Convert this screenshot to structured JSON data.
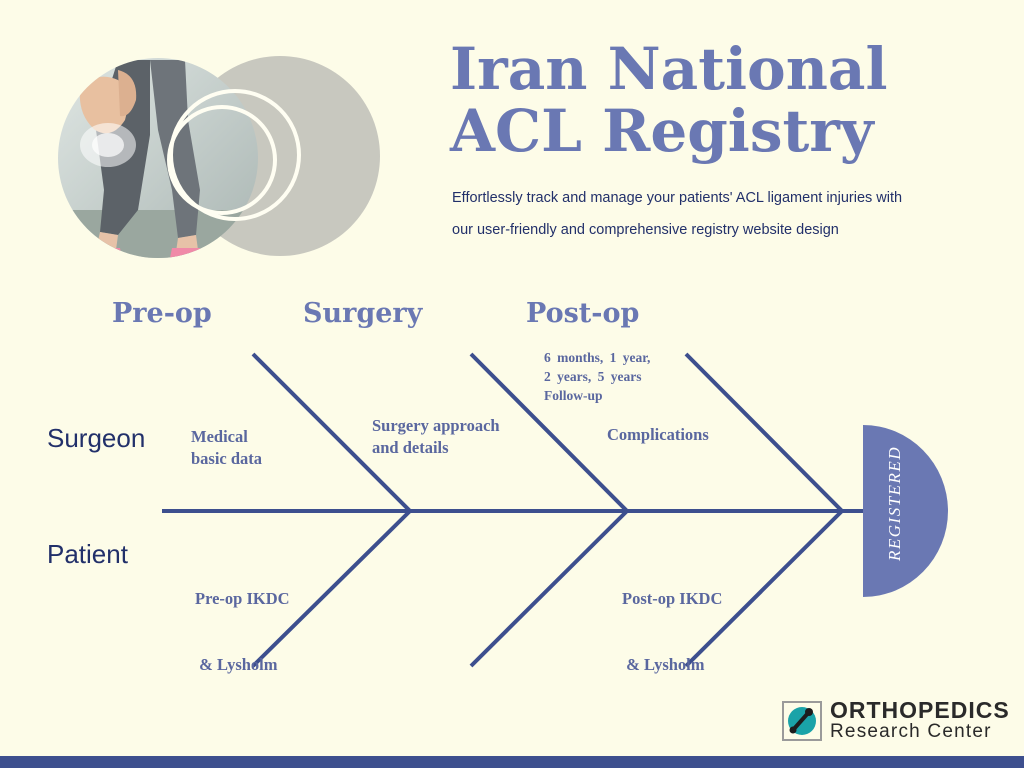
{
  "header": {
    "title_line1": "Iran National",
    "title_line2": "ACL Registry",
    "subtitle_line1": "Effortlessly track and manage your patients' ACL ligament injuries with",
    "subtitle_line2": "our user-friendly and comprehensive registry website design"
  },
  "phases": [
    "Pre-op",
    "Surgery",
    "Post-op"
  ],
  "roles": [
    "Surgeon",
    "Patient"
  ],
  "notes": {
    "surgeon_preop": [
      "Medical",
      "basic data"
    ],
    "surgeon_surgery": [
      "Surgery approach",
      "and details"
    ],
    "surgeon_postop": "Complications",
    "followup": [
      "6 months, 1 year,",
      "2 years, 5 years",
      "Follow-up"
    ],
    "patient_preop": [
      "Pre-op IKDC",
      " & Lysholm"
    ],
    "patient_postop": [
      "Post-op IKDC",
      " & Lysholm"
    ]
  },
  "head_label": "REGISTERED",
  "logo": {
    "line1": "ORTHOPEDICS",
    "line2": "Research Center"
  },
  "colors": {
    "background": "#fdfce8",
    "title": "#6a78b3",
    "bones": "#3d4f8e",
    "head": "#6a78b3",
    "text_dark": "#22306a",
    "logo_accent": "#1aa3a8"
  },
  "image": {
    "subject": "knee pain photo in circle with overlapping grey circle"
  }
}
